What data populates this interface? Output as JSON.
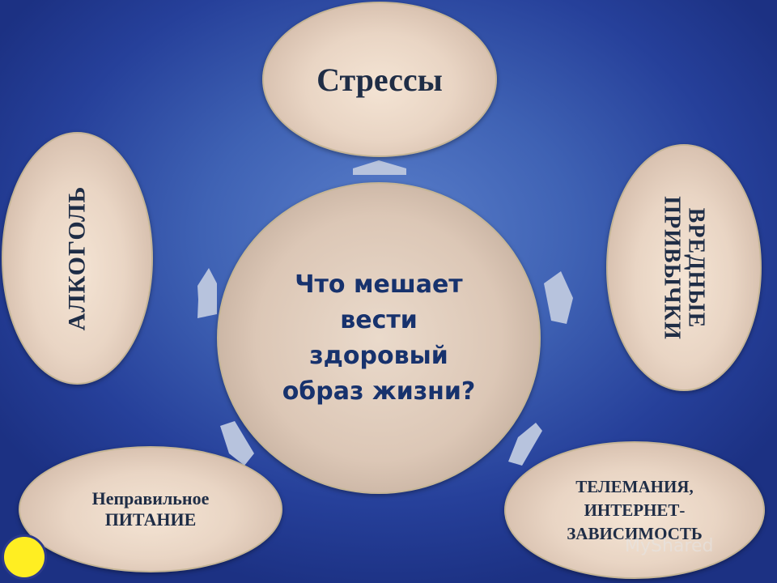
{
  "diagram": {
    "center": {
      "label": "Что мешает вести здоровый образ жизни?"
    },
    "nodes": {
      "top": "Стрессы",
      "left": "АЛКОГОЛЬ",
      "right": "ВРЕДНЫЕ\nПРИВЫЧКИ",
      "bottom_left": "Неправильное\nПИТАНИЕ",
      "bottom_right": "ТЕЛЕМАНИЯ,\nИНТЕРНЕТ-\nЗАВИСИМОСТЬ"
    }
  },
  "watermark": "MyShared",
  "colors": {
    "background": "#3f62b4",
    "oval_fill": "#e9d5c4",
    "arrow": "#b7c3dd",
    "text_dark": "#1f2d46",
    "center_text": "#17326d",
    "badge": "#ffee22"
  }
}
